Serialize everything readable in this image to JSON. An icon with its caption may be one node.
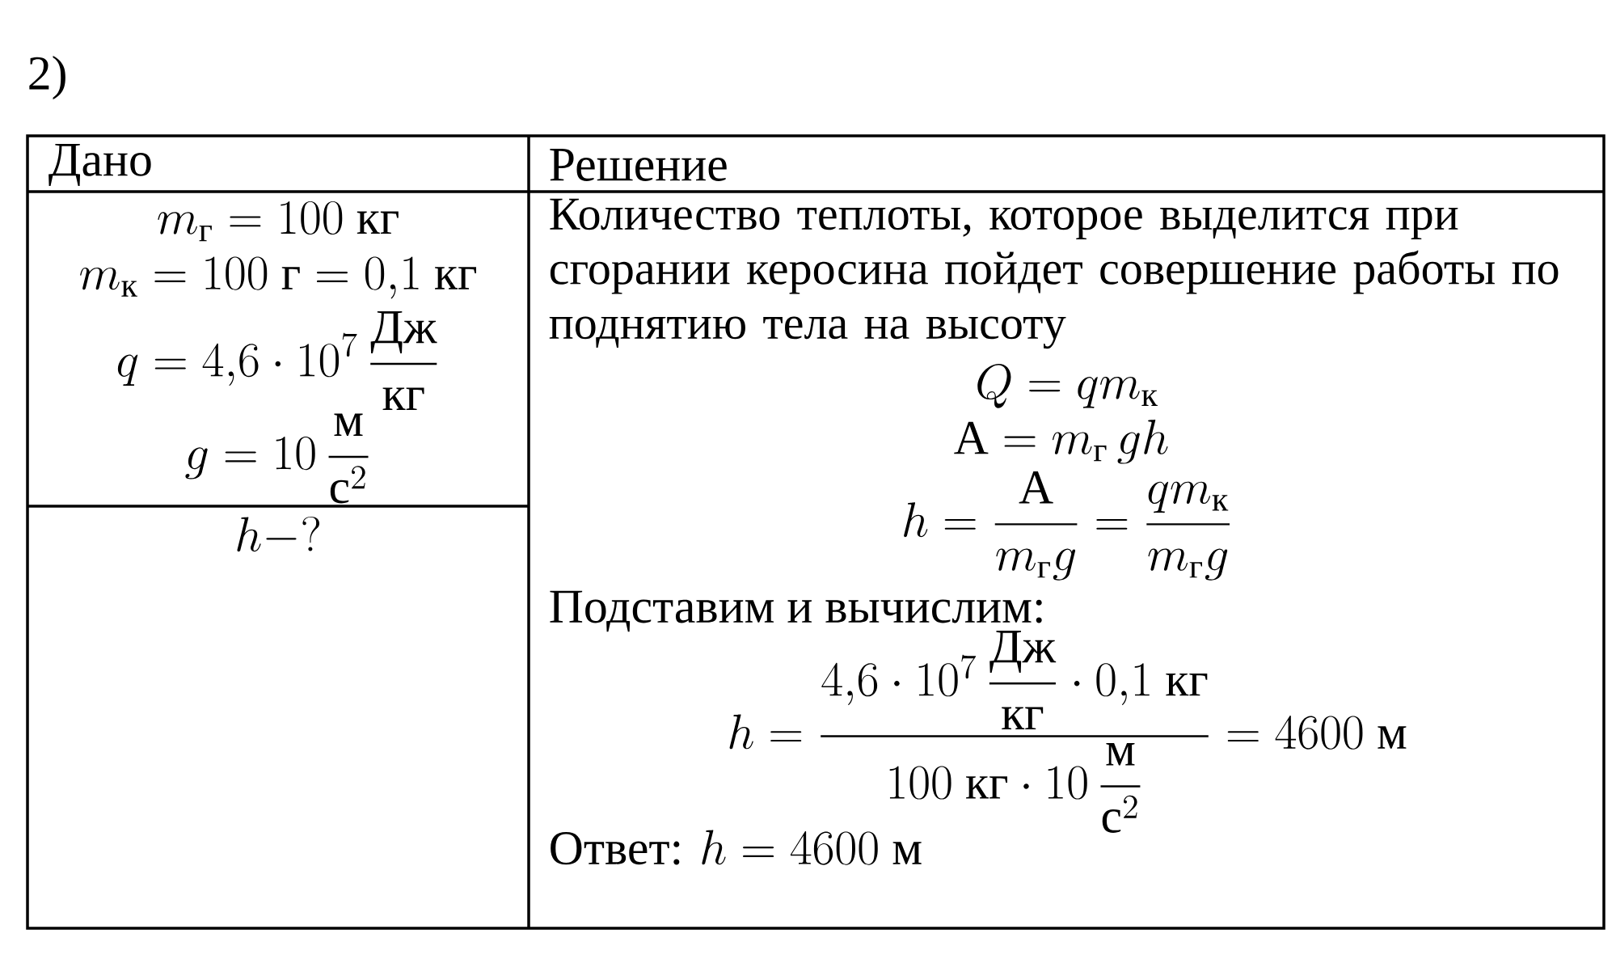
{
  "diagram": {
    "labels": [
      "2)",
      "Дано",
      "Решение",
      "m_{\\text{г}} = 100\\ \\text{кг}",
      "m_{\\text{к}} = 100\\ \\text{г} = 0{,}1\\ \\text{кг}",
      "q = 4{,}6\\cdot 10^{7}\\,\\dfrac{\\text{Дж}}{\\text{кг}}",
      "g = 10\\,\\dfrac{\\text{м}}{\\text{с}^{2}}",
      "h - ?",
      "Количество теплоты, которое выделится при сгорании керосина пойдет совершение работы по поднятию тела на высоту",
      "Q = q m_{\\text{к}}",
      "\\text{А} = m_{\\text{г}}\\, g h",
      "h = \\dfrac{\\text{А}}{m_{\\text{г}} g} = \\dfrac{q m_{\\text{к}}}{m_{\\text{г}} g}",
      "Подставим и вычислим:",
      "h = \\dfrac{4{,}6\\cdot 10^{7}\\,\\dfrac{\\text{Дж}}{\\text{кг}}\\cdot 0{,}1\\ \\text{кг}}{100\\ \\text{кг}\\cdot 10\\,\\dfrac{\\text{м}}{\\text{с}^{2}}} = 4600\\ \\text{м}",
      "\\text{Ответ: } h = 4600\\ \\text{м}"
    ]
  }
}
